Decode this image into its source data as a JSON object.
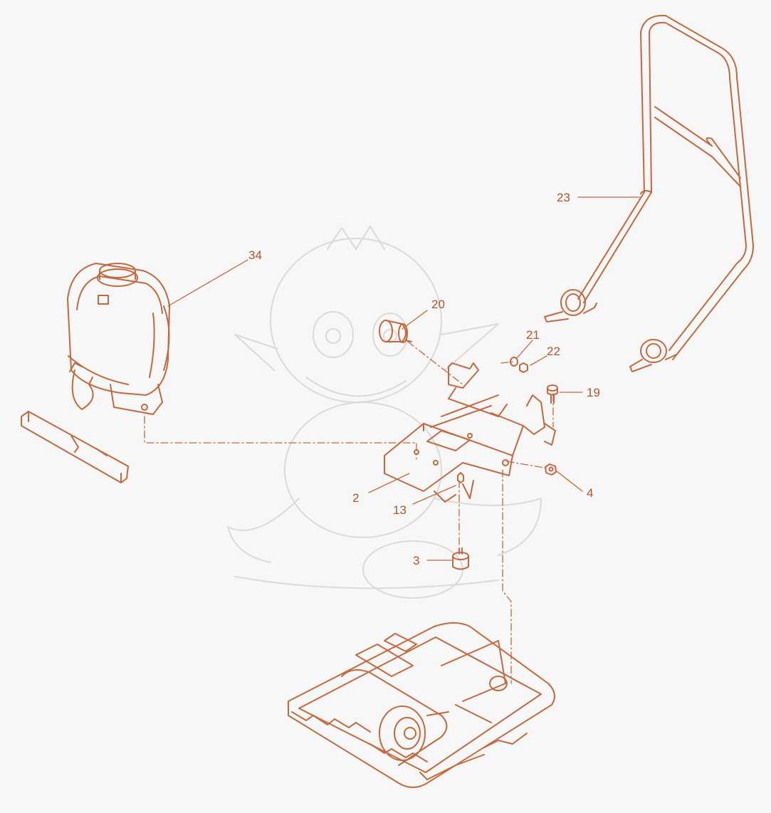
{
  "diagram": {
    "type": "exploded-parts-view",
    "line_color": "#c4693e",
    "label_color": "#b5532b",
    "watermark_color": "#dcd9d6",
    "background": "#f7f7f7",
    "watermark": "baby-dragon-illustration",
    "labels": {
      "p2": "2",
      "p3": "3",
      "p4": "4",
      "p13": "13",
      "p19": "19",
      "p20": "20",
      "p21": "21",
      "p22": "22",
      "p23": "23",
      "p34": "34"
    },
    "parts": [
      "water-tank",
      "spray-bar",
      "bracket-frame",
      "isolator-mount",
      "nut",
      "washer",
      "bolt",
      "stud",
      "handle",
      "base-plate"
    ]
  }
}
